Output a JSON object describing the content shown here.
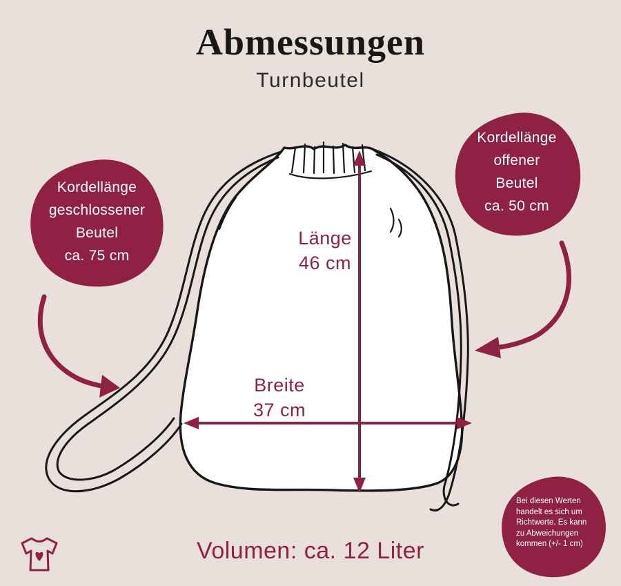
{
  "colors": {
    "background": "#e9e0dc",
    "accent": "#8e2144",
    "ink": "#181818",
    "bag_fill": "#ffffff",
    "badge_text": "#ffffff"
  },
  "header": {
    "title": "Abmessungen",
    "subtitle": "Turnbeutel"
  },
  "badge_left": {
    "lines": [
      "Kordellänge",
      "geschlossener",
      "Beutel",
      "ca. 75 cm"
    ]
  },
  "badge_right": {
    "lines": [
      "Kordellänge",
      "offener",
      "Beutel",
      "ca. 50 cm"
    ]
  },
  "dimensions": {
    "length": {
      "label": "Länge",
      "value": "46 cm"
    },
    "width": {
      "label": "Breite",
      "value": "37 cm"
    }
  },
  "disclaimer": {
    "lines": [
      "Bei diesen Werten",
      "handelt es sich um",
      "Richtwerte. Es kann",
      "zu Abweichungen",
      "kommen (+/- 1 cm)"
    ]
  },
  "footer": {
    "volume": "Volumen: ca. 12 Liter"
  },
  "icons": {
    "brand_logo": "tshirt-heart-icon",
    "left_arrow": "curved-arrow-icon",
    "right_arrow": "curved-arrow-icon"
  }
}
